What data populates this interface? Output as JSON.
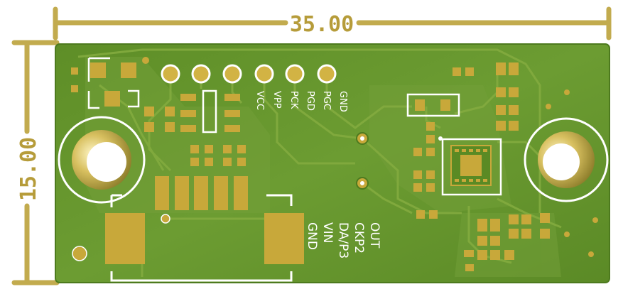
{
  "dimensions": {
    "width_label": "35.00",
    "height_label": "15.00"
  },
  "header_pins": [
    {
      "label": "VCC"
    },
    {
      "label": "VPP"
    },
    {
      "label": "PCK"
    },
    {
      "label": "PGD"
    },
    {
      "label": "PGC"
    },
    {
      "label": "GND"
    }
  ],
  "connector_labels": [
    "OUT",
    "CKP2",
    "DA/P3",
    "VIN",
    "GND"
  ],
  "colors": {
    "board": "#5f8f2a",
    "board_light": "#6f9f36",
    "trace": "#8aa83e",
    "pad": "#c8a83a",
    "pad_light": "#d8bc4c",
    "silkscreen": "#ffffff",
    "dimension": "#c2ab4e"
  },
  "icons": [
    "mounting-hole-icon",
    "chip-icon"
  ]
}
